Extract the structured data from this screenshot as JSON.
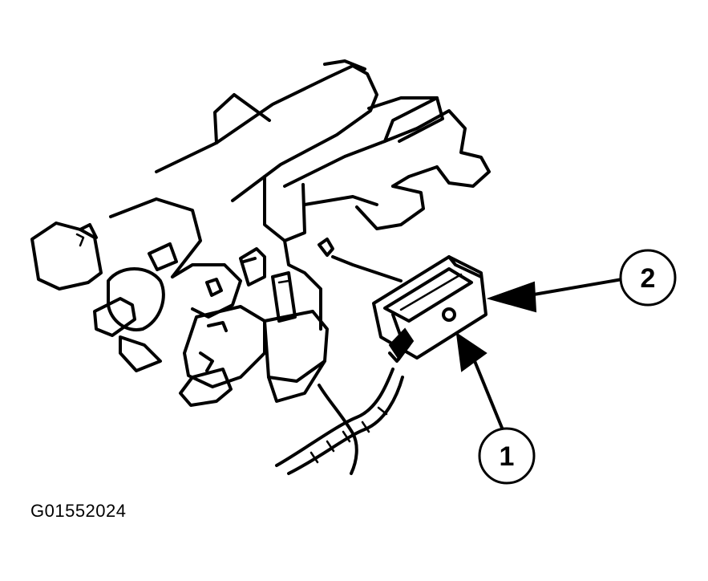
{
  "figure_id": "G01552024",
  "callouts": [
    {
      "label": "1"
    },
    {
      "label": "2"
    }
  ],
  "colors": {
    "ink": "#000000",
    "background": "#ffffff"
  }
}
